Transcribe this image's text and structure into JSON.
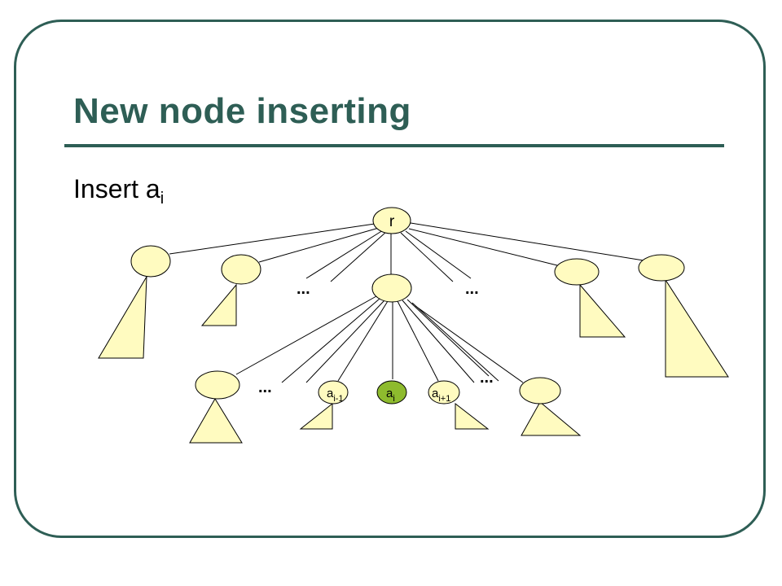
{
  "slide": {
    "title": "New node inserting",
    "subtitle_text": "Insert a",
    "subtitle_sub": "i"
  },
  "diagram": {
    "root_label": "r",
    "ellipsis": "...",
    "node_base": "a",
    "prev_sub": "i-1",
    "current_sub": "i",
    "next_sub": "i+1"
  },
  "colors": {
    "frame": "#2e5e55",
    "node_fill": "#fffbc0",
    "highlight_fill": "#8ebb2e",
    "stroke": "#000000"
  }
}
